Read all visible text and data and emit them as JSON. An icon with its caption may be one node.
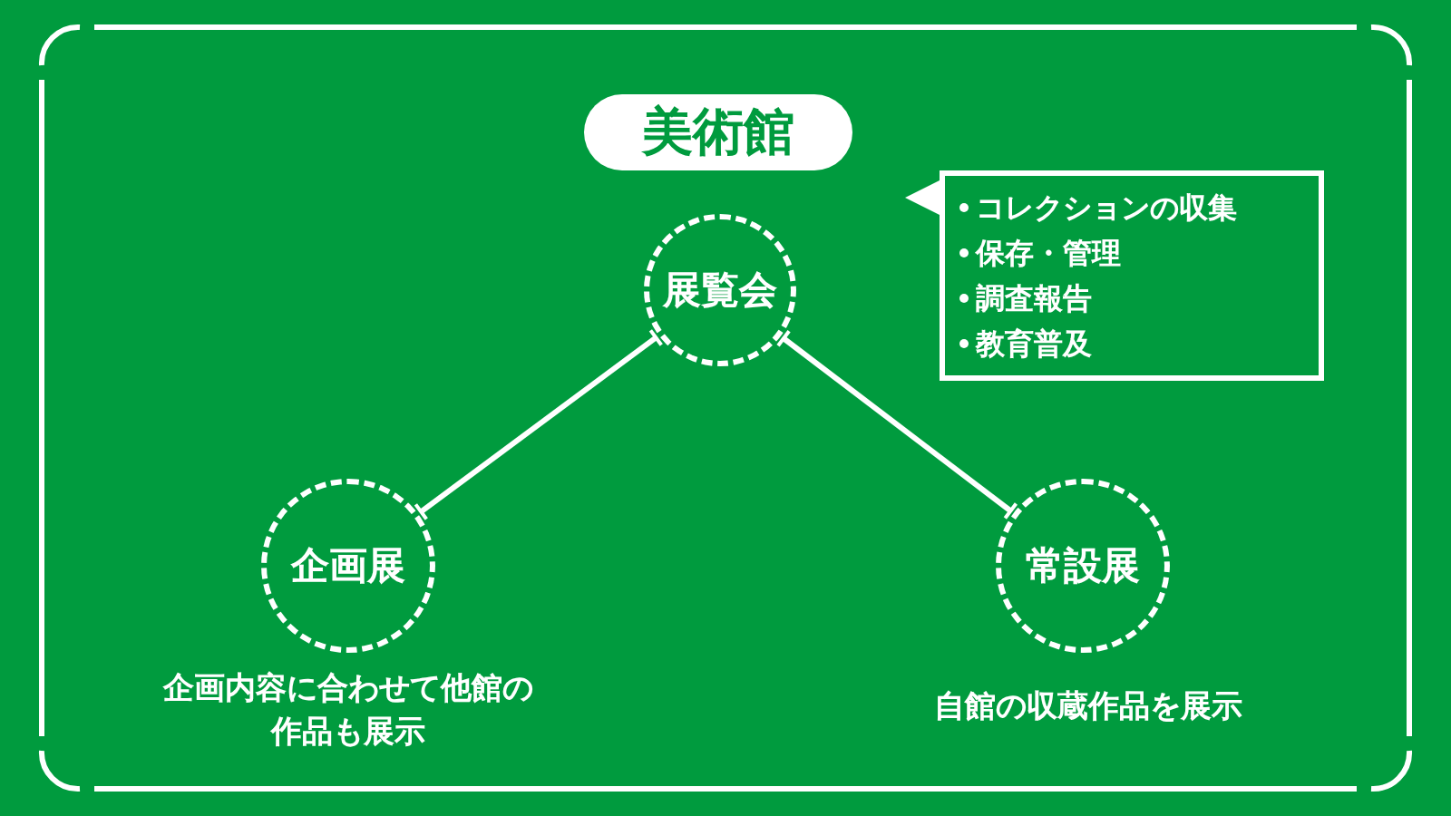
{
  "diagram": {
    "nodes": [
      {
        "text": [
          "美術館"
        ]
      },
      {
        "text": [
          "展覧会"
        ]
      },
      {
        "text": [
          "コレクションの収集",
          "保存・管理",
          "調査報告",
          "教育普及"
        ]
      },
      {
        "text": [
          "企画展"
        ],
        "beside": [
          "企画内容に合わせて他館の作品も展示"
        ]
      },
      {
        "text": [
          "常設展"
        ],
        "beside": [
          "自館の収蔵作品を展示"
        ]
      }
    ],
    "edges": [
      {
        "from": 1,
        "to": 3,
        "arrow": "other"
      },
      {
        "from": 1,
        "to": 4,
        "arrow": "other"
      }
    ]
  }
}
